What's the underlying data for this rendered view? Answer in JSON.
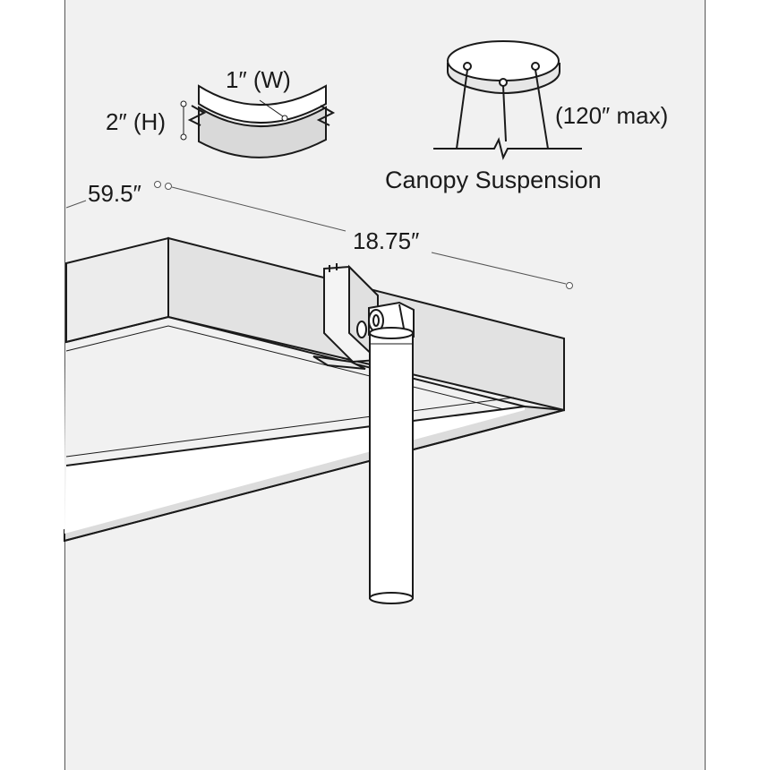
{
  "labels": {
    "width": "1″ (W)",
    "height": "2″ (H)",
    "max_length": "(120″ max)",
    "suspension": "Canopy Suspension",
    "length": "59.5″",
    "depth": "18.75″"
  },
  "colors": {
    "background": "#f1f1f1",
    "line": "#1a1a1a",
    "housing_side": "#e2e2e2",
    "lens": "#ffffff"
  }
}
